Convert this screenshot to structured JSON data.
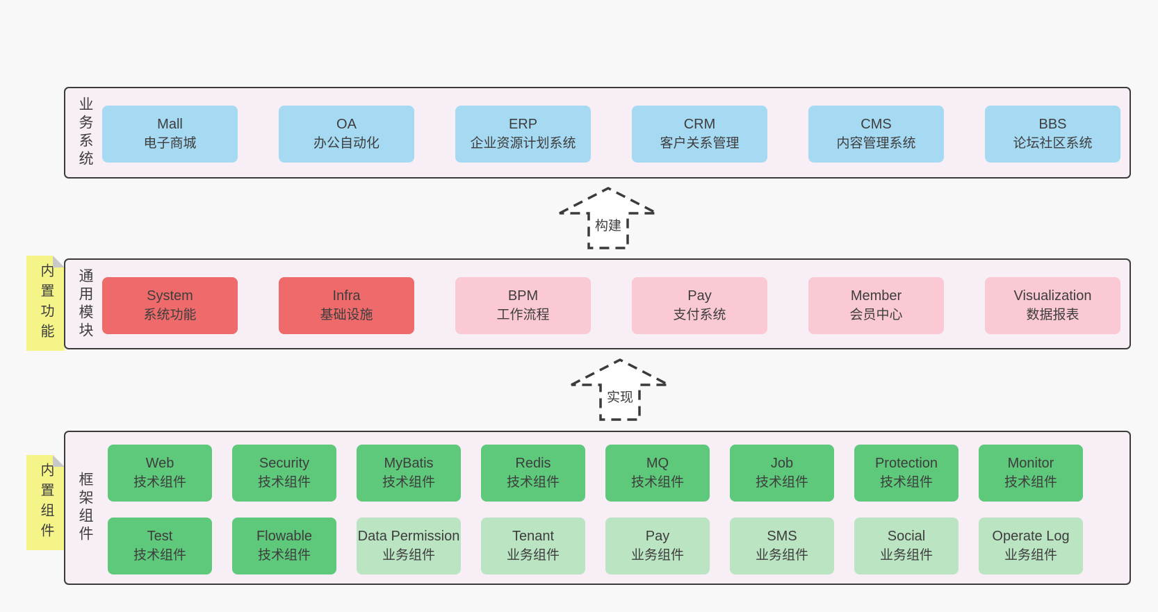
{
  "colors": {
    "page_bg": "#f8f8f8",
    "layer_bg": "#f8eef6",
    "border": "#3b3b3b",
    "text": "#3d3d3d",
    "blue": "#a6d9f2",
    "red": "#ef6b6b",
    "pink": "#fac9d3",
    "green_dark": "#5ec87b",
    "green_light": "#bae4c2",
    "note_yellow": "#f5f489",
    "note_fold": "#c8c8c8",
    "arrow_fill": "#ffffff"
  },
  "layers": [
    {
      "label": "业务系统",
      "rows": [
        [
          {
            "name": "Mall",
            "desc": "电子商城",
            "variant": "blue"
          },
          {
            "name": "OA",
            "desc": "办公自动化",
            "variant": "blue"
          },
          {
            "name": "ERP",
            "desc": "企业资源计划系统",
            "variant": "blue"
          },
          {
            "name": "CRM",
            "desc": "客户关系管理",
            "variant": "blue"
          },
          {
            "name": "CMS",
            "desc": "内容管理系统",
            "variant": "blue"
          },
          {
            "name": "BBS",
            "desc": "论坛社区系统",
            "variant": "blue"
          }
        ]
      ]
    },
    {
      "label": "通用模块",
      "note": "内置功能",
      "rows": [
        [
          {
            "name": "System",
            "desc": "系统功能",
            "variant": "red"
          },
          {
            "name": "Infra",
            "desc": "基础设施",
            "variant": "red"
          },
          {
            "name": "BPM",
            "desc": "工作流程",
            "variant": "pink"
          },
          {
            "name": "Pay",
            "desc": "支付系统",
            "variant": "pink"
          },
          {
            "name": "Member",
            "desc": "会员中心",
            "variant": "pink"
          },
          {
            "name": "Visualization",
            "desc": "数据报表",
            "variant": "pink"
          }
        ]
      ]
    },
    {
      "label": "框架组件",
      "note": "内置组件",
      "rows": [
        [
          {
            "name": "Web",
            "desc": "技术组件",
            "variant": "green-dark"
          },
          {
            "name": "Security",
            "desc": "技术组件",
            "variant": "green-dark"
          },
          {
            "name": "MyBatis",
            "desc": "技术组件",
            "variant": "green-dark"
          },
          {
            "name": "Redis",
            "desc": "技术组件",
            "variant": "green-dark"
          },
          {
            "name": "MQ",
            "desc": "技术组件",
            "variant": "green-dark"
          },
          {
            "name": "Job",
            "desc": "技术组件",
            "variant": "green-dark"
          },
          {
            "name": "Protection",
            "desc": "技术组件",
            "variant": "green-dark"
          },
          {
            "name": "Monitor",
            "desc": "技术组件",
            "variant": "green-dark"
          }
        ],
        [
          {
            "name": "Test",
            "desc": "技术组件",
            "variant": "green-dark"
          },
          {
            "name": "Flowable",
            "desc": "技术组件",
            "variant": "green-dark"
          },
          {
            "name": "Data Permission",
            "desc": "业务组件",
            "variant": "green-light"
          },
          {
            "name": "Tenant",
            "desc": "业务组件",
            "variant": "green-light"
          },
          {
            "name": "Pay",
            "desc": "业务组件",
            "variant": "green-light"
          },
          {
            "name": "SMS",
            "desc": "业务组件",
            "variant": "green-light"
          },
          {
            "name": "Social",
            "desc": "业务组件",
            "variant": "green-light"
          },
          {
            "name": "Operate Log",
            "desc": "业务组件",
            "variant": "green-light"
          }
        ]
      ]
    }
  ],
  "arrows": [
    {
      "label": "构建"
    },
    {
      "label": "实现"
    }
  ]
}
